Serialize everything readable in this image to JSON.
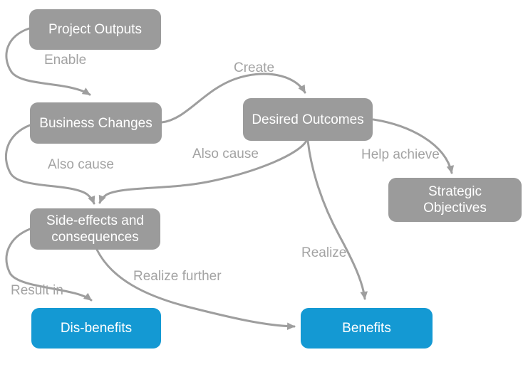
{
  "colors": {
    "background": "#FFFFFF",
    "node_gray": "#9B9B9B",
    "node_blue": "#1499D3",
    "node_text": "#FFFFFF",
    "edge_color": "#9E9E9E",
    "edge_label": "#A3A3A3"
  },
  "nodes": [
    {
      "id": "project-outputs",
      "label": "Project Outputs",
      "style": "gray"
    },
    {
      "id": "business-changes",
      "label": "Business Changes",
      "style": "gray"
    },
    {
      "id": "desired-outcomes",
      "label": "Desired Outcomes",
      "style": "gray"
    },
    {
      "id": "strategic-objectives",
      "label": "Strategic Objectives",
      "style": "gray"
    },
    {
      "id": "side-effects-and-consequences",
      "label": "Side-effects and consequences",
      "style": "gray"
    },
    {
      "id": "dis-benefits",
      "label": "Dis-benefits",
      "style": "blue"
    },
    {
      "id": "benefits",
      "label": "Benefits",
      "style": "blue"
    }
  ],
  "edges": [
    {
      "label": "Enable",
      "from": "project-outputs",
      "to": "business-changes"
    },
    {
      "label": "Create",
      "from": "business-changes",
      "to": "desired-outcomes"
    },
    {
      "label": "Also cause",
      "from": "business-changes",
      "to": "side-effects-and-consequences"
    },
    {
      "label": "Also cause",
      "from": "desired-outcomes",
      "to": "side-effects-and-consequences"
    },
    {
      "label": "Help achieve",
      "from": "desired-outcomes",
      "to": "strategic-objectives"
    },
    {
      "label": "Realize",
      "from": "desired-outcomes",
      "to": "benefits"
    },
    {
      "label": "Result in",
      "from": "side-effects-and-consequences",
      "to": "dis-benefits"
    },
    {
      "label": "Realize further",
      "from": "side-effects-and-consequences",
      "to": "benefits"
    }
  ]
}
